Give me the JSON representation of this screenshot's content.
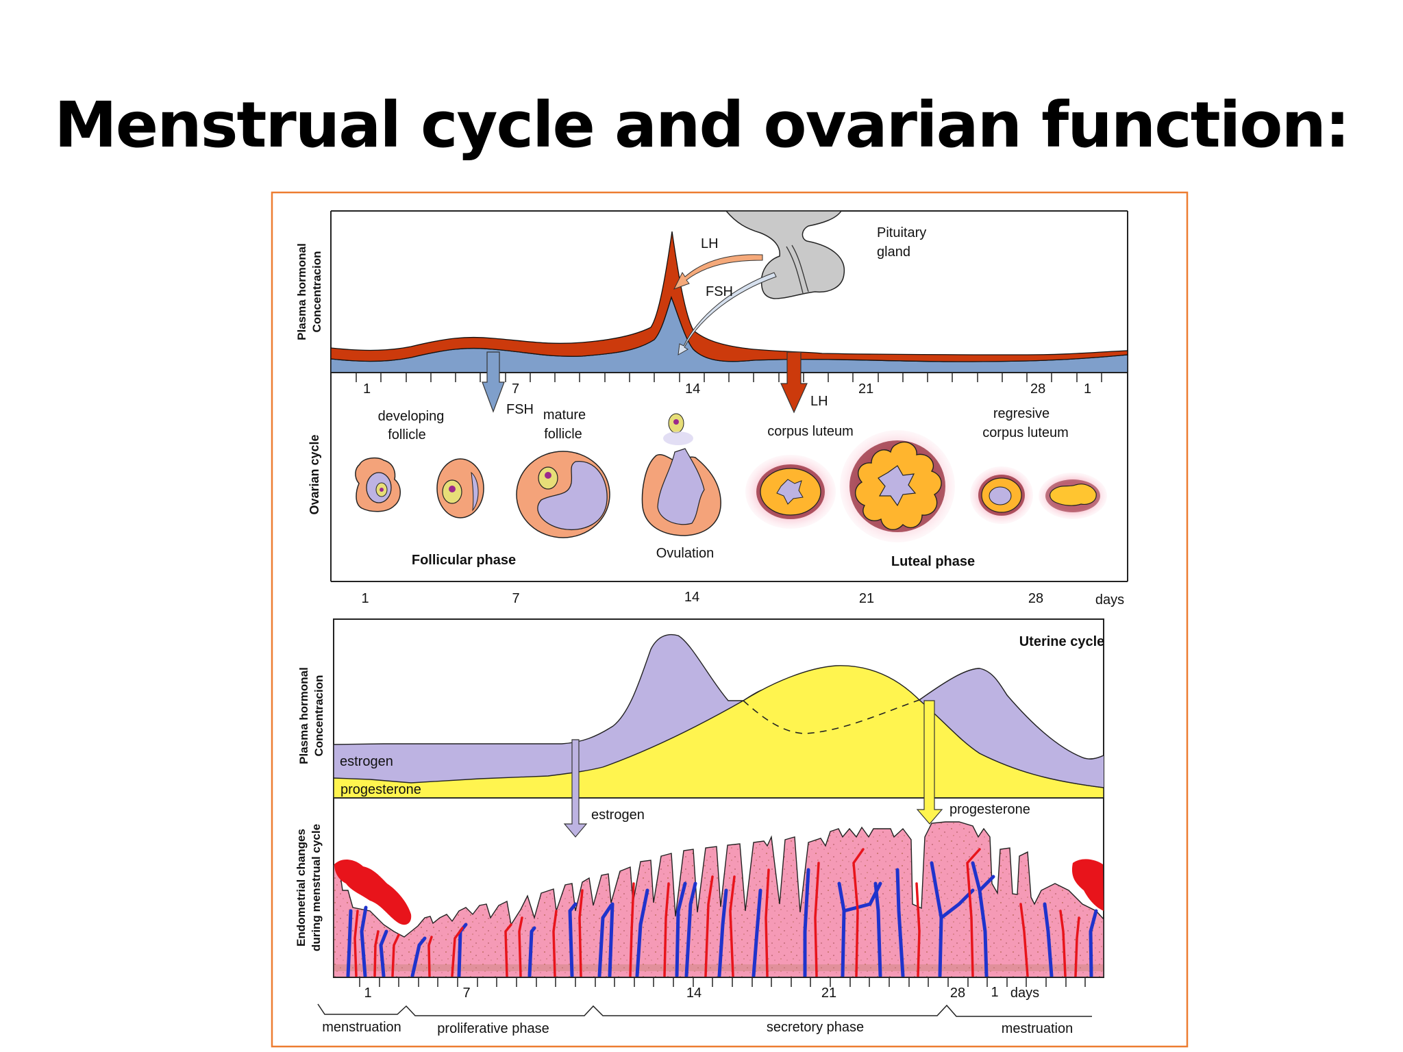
{
  "slide": {
    "title": "Menstrual cycle and ovarian function:"
  },
  "colors": {
    "frame": "#ED7D31",
    "lh": "#CC3A0C",
    "fsh": "#7F9FCB",
    "estrogen": "#BDB3E2",
    "progesterone": "#FFF44F",
    "endometrium": "#F59AB6",
    "artery": "#E8141B",
    "vein": "#1F33CC"
  },
  "pituitary_panel": {
    "y_axis_label_line1": "Plasma hormonal",
    "y_axis_label_line2": "Concentracion",
    "gland_label_line1": "Pituitary",
    "gland_label_line2": "gland",
    "lh_label": "LH",
    "fsh_label": "FSH",
    "fsh_arrow_label": "FSH",
    "lh_arrow_label": "LH",
    "day_ticks": [
      "1",
      "7",
      "14",
      "21",
      "28",
      "1"
    ]
  },
  "ovarian_panel": {
    "y_axis_label": "Ovarian cycle",
    "stage_labels": {
      "developing_line1": "developing",
      "developing_line2": "follicle",
      "mature_line1": "mature",
      "mature_line2": "follicle",
      "ovulation": "Ovulation",
      "corpus_luteum": "corpus luteum",
      "regressive_line1": "regresive",
      "regressive_line2": "corpus luteum"
    },
    "phase_labels": {
      "follicular": "Follicular phase",
      "luteal": "Luteal phase"
    },
    "day_labels": [
      "1",
      "7",
      "14",
      "21",
      "28"
    ],
    "days_unit": "days"
  },
  "uterine_panel": {
    "title": "Uterine cycle",
    "y_axis_label_line1": "Plasma hormonal",
    "y_axis_label_line2": "Concentracion",
    "estrogen_label": "estrogen",
    "progesterone_label": "progesterone",
    "estrogen_arrow_label": "estrogen",
    "progesterone_arrow_label": "progesterone"
  },
  "endometrium_panel": {
    "y_axis_label_line1": "Endometrial changes",
    "y_axis_label_line2": "during menstrual cycle",
    "day_labels": [
      "1",
      "7",
      "14",
      "21",
      "28",
      "1"
    ],
    "days_unit": "days",
    "phases": [
      "menstruation",
      "proliferative phase",
      "secretory phase",
      "mestruation"
    ]
  }
}
